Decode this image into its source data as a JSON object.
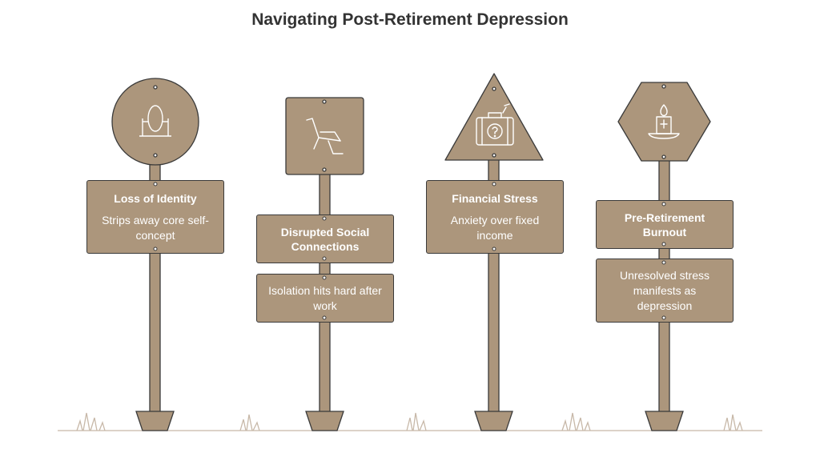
{
  "title": "Navigating Post-Retirement Depression",
  "colors": {
    "sign_fill": "#ac967c",
    "outline": "#3a3a3a",
    "ground": "#c7b8a8",
    "text_light": "#ffffff",
    "title": "#333333"
  },
  "signs": [
    {
      "shape": "circle",
      "icon": "mirror-icon",
      "heading": "Loss of Identity",
      "body": "Strips away core self-concept"
    },
    {
      "shape": "square",
      "icon": "reclining-chair-icon",
      "heading": "Disrupted Social Connections",
      "body": "Isolation hits hard after work"
    },
    {
      "shape": "triangle",
      "icon": "briefcase-question-icon",
      "heading": "Financial Stress",
      "body": "Anxiety over fixed income"
    },
    {
      "shape": "hexagon",
      "icon": "memorial-candle-icon",
      "heading": "Pre-Retirement Burnout",
      "body": "Unresolved stress manifests as depression"
    }
  ]
}
